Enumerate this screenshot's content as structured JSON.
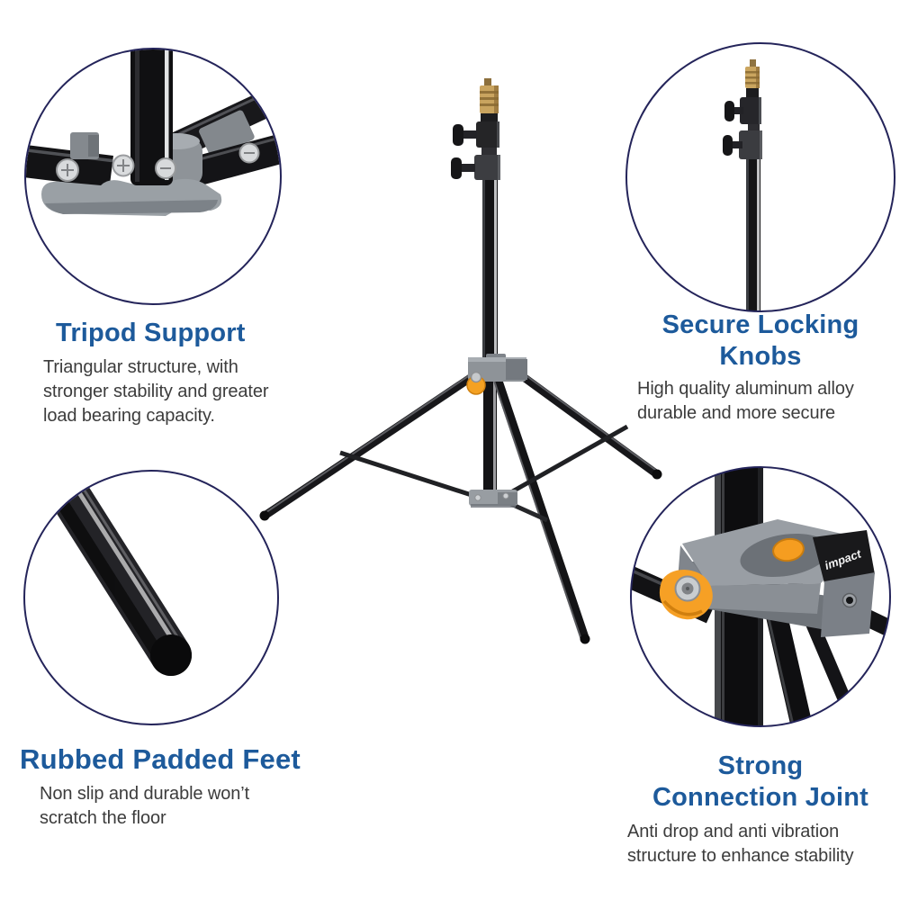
{
  "colors": {
    "heading_blue": "#1d5a9b",
    "body_text": "#3c3c3c",
    "circle_border": "#24245a",
    "orange_accent": "#f59d20",
    "brass_gold": "#c9a45f",
    "joint_gray": "#999ea4",
    "stand_black": "#141416"
  },
  "callouts": {
    "tripod_support": {
      "heading": "Tripod Support",
      "body_lines": [
        "Triangular structure, with",
        "stronger stability and greater",
        "load bearing capacity."
      ]
    },
    "secure_locking_knobs": {
      "heading_lines": [
        "Secure Locking",
        "Knobs"
      ],
      "body_lines": [
        "High quality aluminum alloy",
        "durable and more secure"
      ]
    },
    "rubbed_padded_feet": {
      "heading": "Rubbed Padded Feet",
      "body_lines": [
        "Non slip and durable won’t",
        "scratch the floor"
      ]
    },
    "strong_connection_joint": {
      "heading_lines": [
        "Strong",
        "Connection Joint"
      ],
      "body_lines": [
        "Anti drop and anti vibration",
        "structure to enhance stability"
      ]
    }
  },
  "product": {
    "brand_label": "impact"
  }
}
